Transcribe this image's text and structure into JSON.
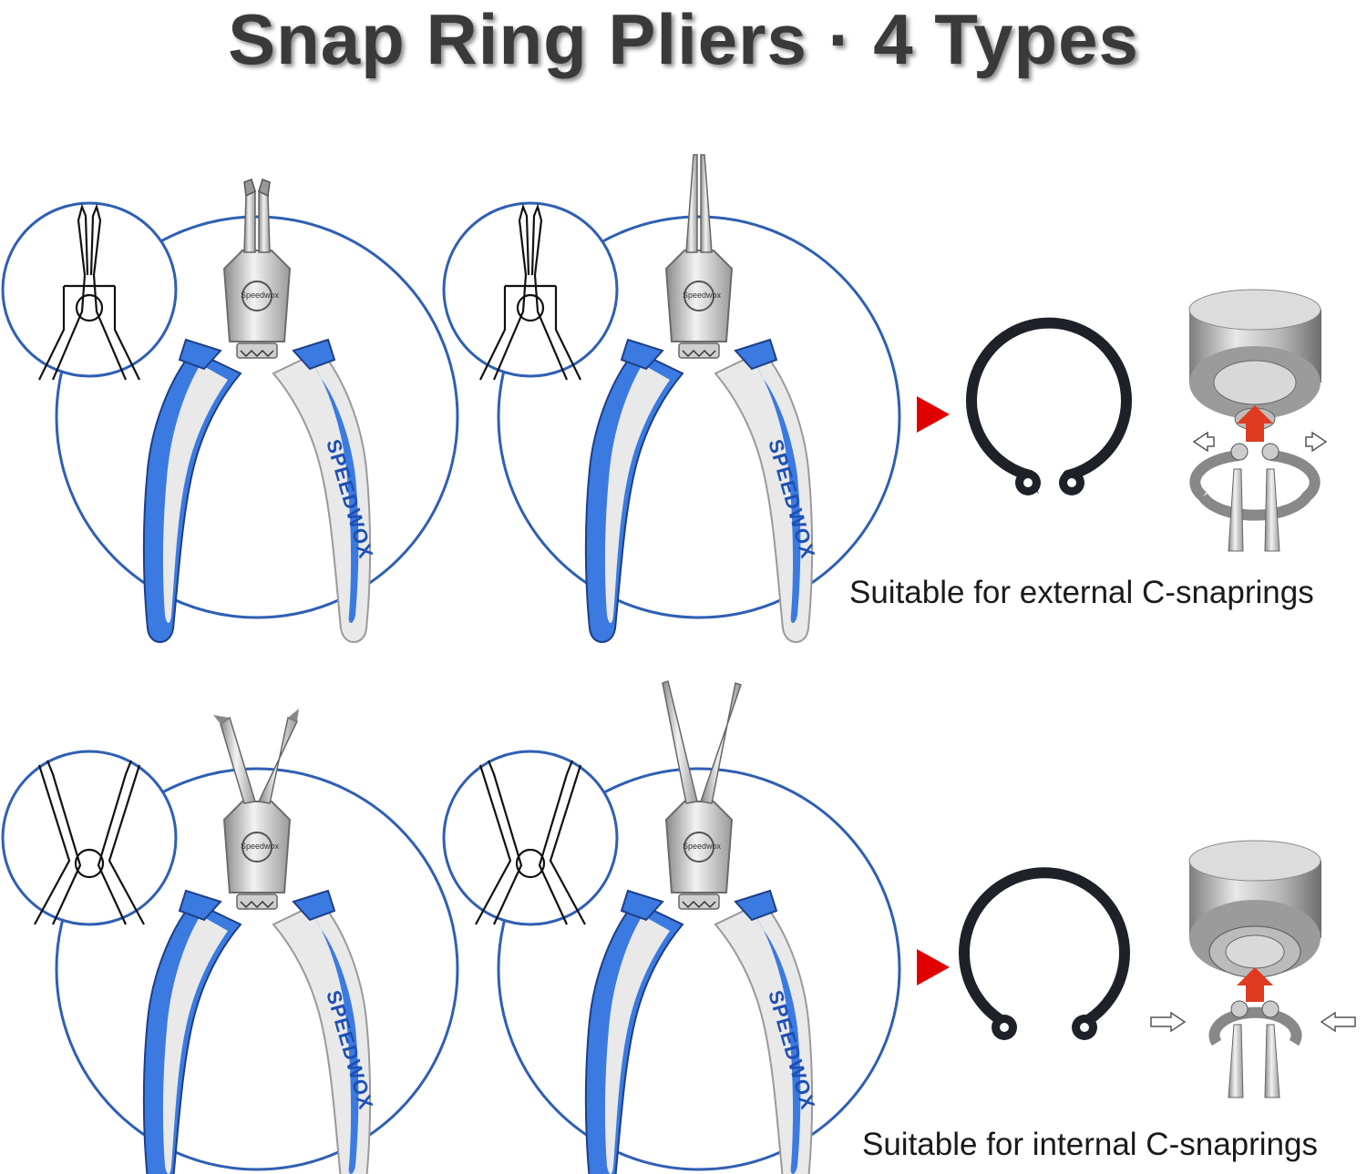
{
  "title": "Snap Ring Pliers · 4 Types",
  "colors": {
    "circle_stroke": "#2f5fb3",
    "handle_blue": "#3b7ae0",
    "handle_grey": "#e6e6e6",
    "arrow_red": "#e00000",
    "ring_black": "#1e2128",
    "title_text": "#3a3a3a"
  },
  "rows": [
    {
      "caption": "Suitable for external C-snaprings",
      "tools": [
        {
          "name": "external-bent-tip-pliers",
          "brand": "SPEEDWOX",
          "logo": "Speedwox"
        },
        {
          "name": "external-straight-tip-pliers",
          "brand": "SPEEDWOX",
          "logo": "Speedwox"
        }
      ],
      "ring_icon": "external-snap-ring-icon",
      "usage_icon": "external-ring-install-illustration"
    },
    {
      "caption": "Suitable for internal C-snaprings",
      "tools": [
        {
          "name": "internal-bent-tip-pliers",
          "brand": "SPEEDWOX",
          "logo": "Speedwox"
        },
        {
          "name": "internal-straight-tip-pliers",
          "brand": "SPEEDWOX",
          "logo": "Speedwox"
        }
      ],
      "ring_icon": "internal-snap-ring-icon",
      "usage_icon": "internal-ring-install-illustration"
    }
  ]
}
